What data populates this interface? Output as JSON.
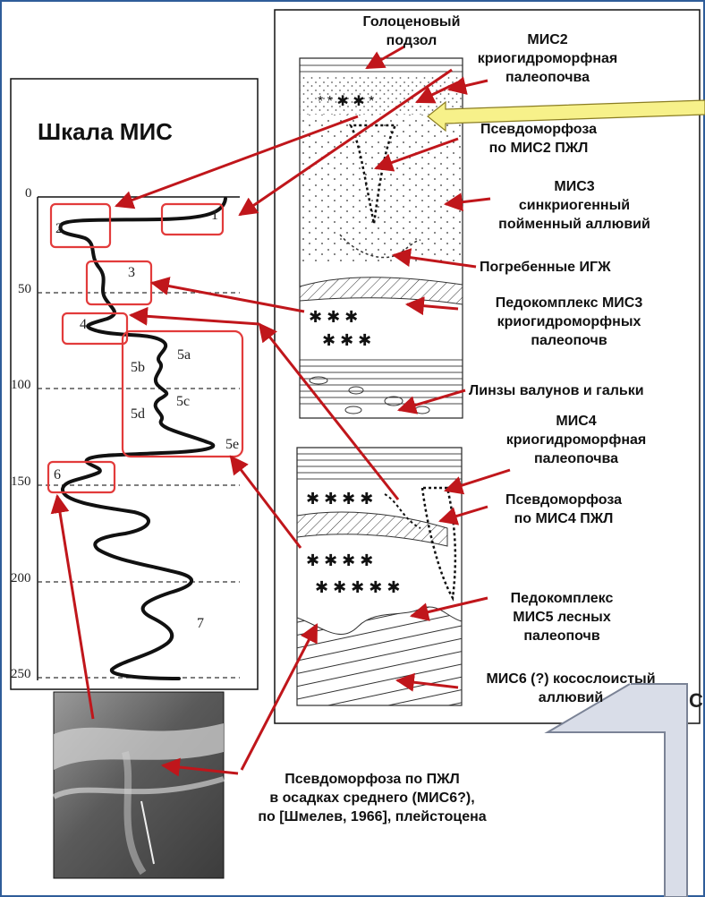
{
  "mis_scale": {
    "title": "Шкала МИС",
    "ticks": [
      "0",
      "50",
      "100",
      "150",
      "200",
      "250"
    ],
    "stages": [
      "1",
      "2",
      "3",
      "4",
      "5a",
      "5b",
      "5c",
      "5d",
      "5e",
      "6",
      "7"
    ]
  },
  "labels": {
    "holocene": [
      "Голоценовый",
      "подзол"
    ],
    "mis2_soil": [
      "МИС2",
      "криогидроморфная",
      "палеопочва"
    ],
    "pseudo_mis2": [
      "Псевдоморфоза",
      "по МИС2 ПЖЛ"
    ],
    "mis3_alluvium": [
      "МИС3",
      "синкриогенный",
      "пойменный аллювий"
    ],
    "buried_igzh": "Погребенные ИГЖ",
    "pedocomplex_mis3": [
      "Педокомплекс МИС3",
      "криогидроморфных",
      "палеопочв"
    ],
    "lenses": "Линзы валунов и гальки",
    "mis4_soil": [
      "МИС4",
      "криогидроморфная",
      "палеопочва"
    ],
    "pseudo_mis4": [
      "Псевдоморфоза",
      "по МИС4 ПЖЛ"
    ],
    "pedocomplex_mis5": [
      "Педокомплекс",
      "МИС5 лесных",
      "палеопочв"
    ],
    "mis6_alluvium": [
      "МИС6 (?) косослоистый",
      "аллювий"
    ],
    "photo_caption": [
      "Псевдоморфоза по ПЖЛ",
      "в осадках среднего (МИС6?),",
      "по [Шмелев, 1966], плейстоцена"
    ]
  },
  "callout_stub": "С",
  "colors": {
    "arrow": "#c0161b",
    "highlight_box": "#e23b3b",
    "frame_blue": "#2f5d99",
    "callout_fill": "#d9dde8",
    "callout_border": "#7b8396",
    "yellow_arrow": "#f7f18a"
  }
}
